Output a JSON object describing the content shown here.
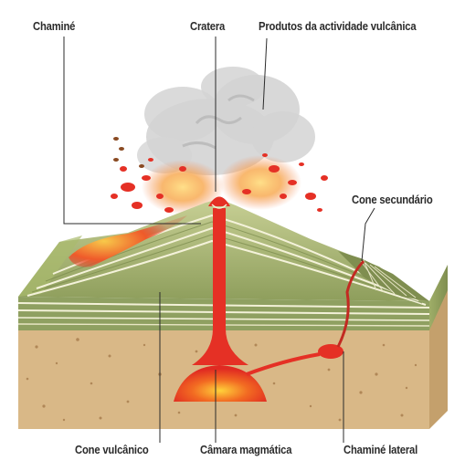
{
  "labels": {
    "chimney": "Chaminé",
    "crater": "Cratera",
    "products": "Produtos da actividade vulcânica",
    "secondary_cone": "Cone secundário",
    "volcanic_cone": "Cone vulcânico",
    "magma_chamber": "Câmara magmática",
    "lateral_chimney": "Chaminé lateral"
  },
  "colors": {
    "background": "#ffffff",
    "label_text": "#2b2b2b",
    "magma": "#e53025",
    "cone_green": "#9fae6a",
    "sediment": "#d9b887",
    "ash_cloud": "#d4d4d4"
  }
}
